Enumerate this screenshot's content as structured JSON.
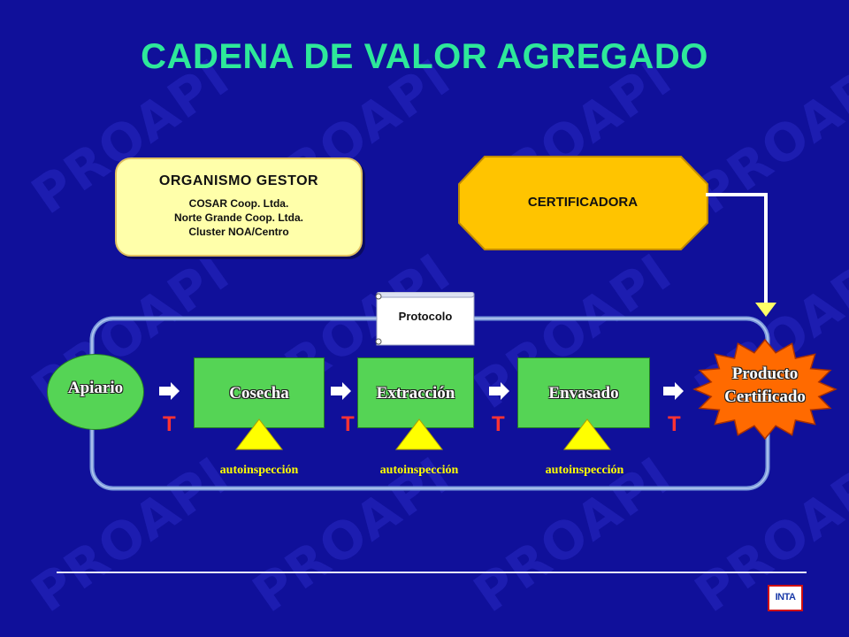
{
  "title": "CADENA DE VALOR AGREGADO",
  "watermark": "PROAPI",
  "gestor": {
    "heading": "ORGANISMO GESTOR",
    "lines": [
      "COSAR Coop. Ltda.",
      "Norte Grande Coop. Ltda.",
      "Cluster NOA/Centro"
    ]
  },
  "certificadora": "CERTIFICADORA",
  "protocolo": "Protocolo",
  "apiario": "Apiario",
  "steps": [
    "Cosecha",
    "Extracción",
    "Envasado"
  ],
  "autoinspeccion": [
    "autoinspección",
    "autoinspección",
    "autoinspección"
  ],
  "t_marks": [
    "T",
    "T",
    "T",
    "T"
  ],
  "producto": {
    "line1": "Producto",
    "line2": "Certificado"
  },
  "logo": "INTA",
  "colors": {
    "background": "#10109a",
    "title": "#2ee89a",
    "gestor_fill": "#ffffaa",
    "certificadora_fill": "#ffc400",
    "step_fill": "#55d455",
    "triangle": "#ffff00",
    "t_mark": "#ff3333",
    "burst_fill": "#ff6a00"
  }
}
